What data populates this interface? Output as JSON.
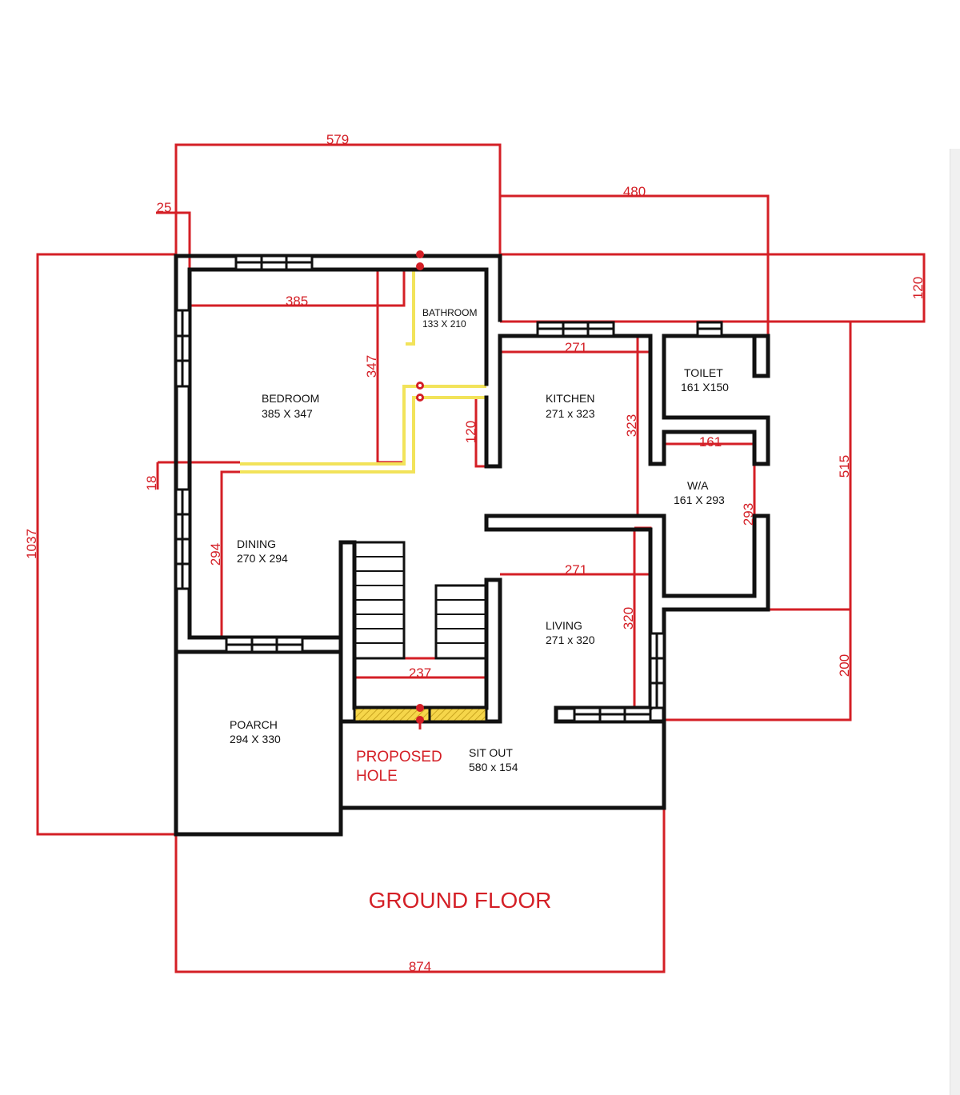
{
  "title": "GROUND FLOOR",
  "note": {
    "line1": "PROPOSED",
    "line2": "HOLE"
  },
  "rooms": {
    "bathroom": {
      "name": "BATHROOM",
      "size": "133 X 210"
    },
    "bedroom": {
      "name": "BEDROOM",
      "size": "385 X 347"
    },
    "kitchen": {
      "name": "KITCHEN",
      "size": "271 x 323"
    },
    "toilet": {
      "name": "TOILET",
      "size": "161 X150"
    },
    "wa": {
      "name": "W/A",
      "size": "161 X 293"
    },
    "dining": {
      "name": "DINING",
      "size": "270 X 294"
    },
    "living": {
      "name": "LIVING",
      "size": "271 x 320"
    },
    "poarch": {
      "name": "POARCH",
      "size": "294 X 330"
    },
    "sitout": {
      "name": "SIT OUT",
      "size": "580 x 154"
    }
  },
  "dims": {
    "top_579": "579",
    "top_480": "480",
    "d25": "25",
    "d385": "385",
    "d347": "347",
    "d120_right": "120",
    "d271_kitchen": "271",
    "d323": "323",
    "d161": "161",
    "d120_bath": "120",
    "d515": "515",
    "d18": "18",
    "d1037": "1037",
    "d293": "293",
    "d294": "294",
    "d271_living": "271",
    "d320": "320",
    "d200": "200",
    "d237": "237",
    "d874": "874"
  },
  "colors": {
    "dimension": "#d41f26",
    "wall": "#111111",
    "highlight": "#f2e35a"
  }
}
